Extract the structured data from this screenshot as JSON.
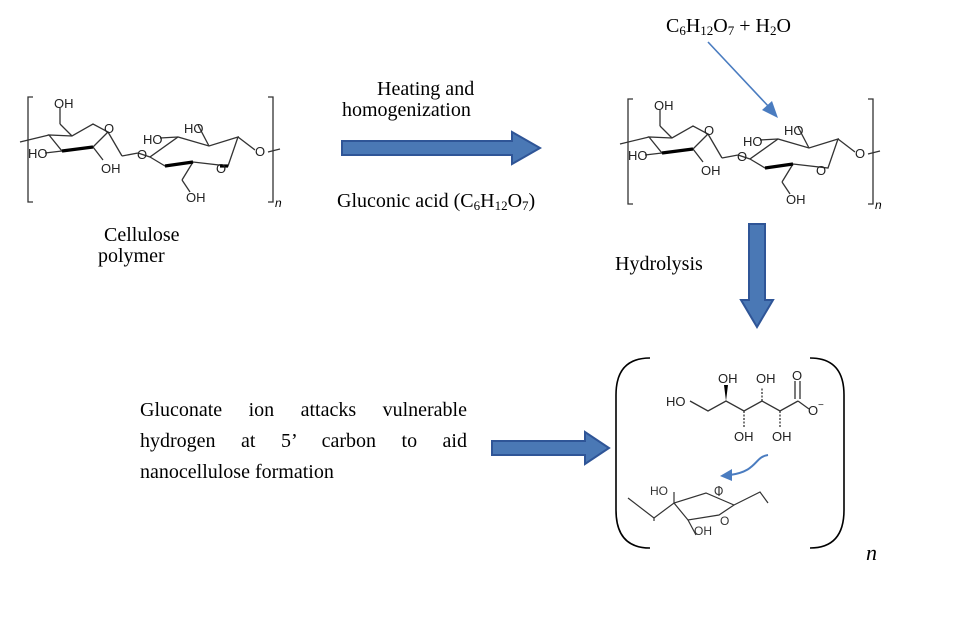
{
  "diagram": {
    "colors": {
      "arrow_fill": "#4a78b5",
      "arrow_stroke": "#2f5597",
      "pointer_arrow": "#4a7cc0",
      "bond": "#333333"
    },
    "cellulose": {
      "label_line1": "Cellulose",
      "label_line2": "polymer",
      "repeat_subscript": "n",
      "atoms": {
        "oh_top": "OH",
        "ho_left": "HO",
        "oh_bottom_left": "OH",
        "ring_o1": "O",
        "bridge_o": "O",
        "ho_mid": "HO",
        "ho_top2": "HO",
        "ring_o2": "O",
        "end_o": "O",
        "oh_bottom2": "OH"
      }
    },
    "step1": {
      "top_label_line1": "Heating and",
      "top_label_line2": "homogenization",
      "bottom_label_prefix": "Gluconic acid (C",
      "bottom_label_c_sub": "6",
      "bottom_label_h": "H",
      "bottom_label_h_sub": "12",
      "bottom_label_o": "O",
      "bottom_label_o_sub": "7",
      "bottom_label_suffix": ")"
    },
    "reagent": {
      "c": "C",
      "c_sub": "6",
      "h": "H",
      "h_sub": "12",
      "o": "O",
      "o_sub": "7",
      "plus": " + H",
      "water_h_sub": "2",
      "water_o": "O"
    },
    "step2": {
      "label": "Hydrolysis"
    },
    "mechanism": {
      "description": "Gluconate ion attacks vulnerable hydrogen at 5’ carbon to aid nanocellulose formation",
      "repeat_subscript": "n",
      "gluconate_atoms": {
        "ho_end": "HO",
        "oh_up1": "OH",
        "oh_up2": "OH",
        "carbonyl_o": "O",
        "carboxylate": "O",
        "charge": "−",
        "oh_down1": "OH",
        "oh_down2": "OH"
      },
      "ring_atoms": {
        "ho": "HO",
        "ring_top_o": "O",
        "ring_o": "O",
        "oh": "OH"
      }
    }
  }
}
